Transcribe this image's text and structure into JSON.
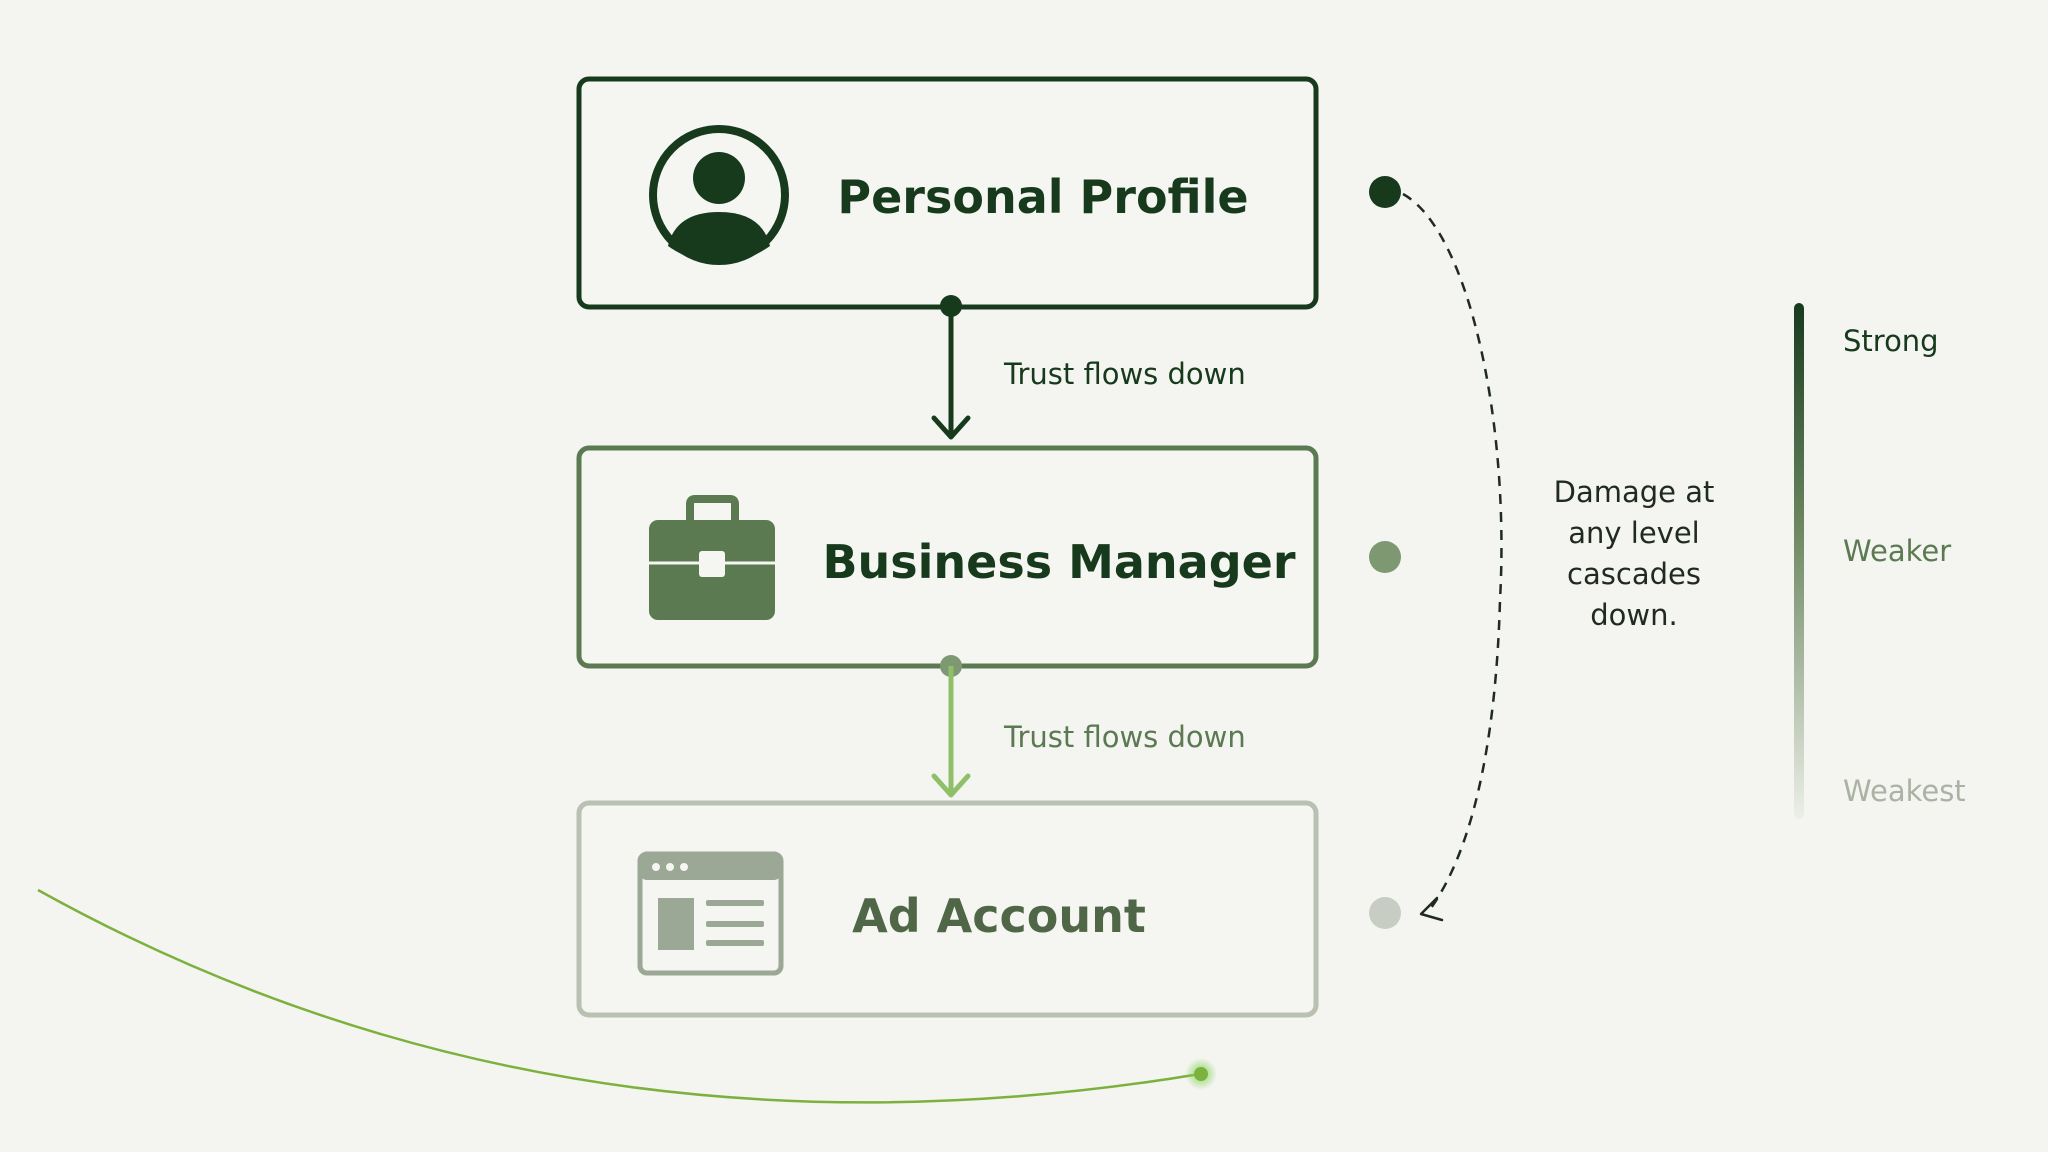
{
  "levels": [
    {
      "label": "Personal Profile",
      "icon": "user-icon",
      "color": "#173a1d",
      "dot_color": "#173a1d"
    },
    {
      "label": "Business Manager",
      "icon": "briefcase-icon",
      "color": "#5c7a52",
      "dot_color": "#7e9871"
    },
    {
      "label": "Ad Account",
      "icon": "browser-window-icon",
      "color": "#b9c1b2",
      "dot_color": "#c8cdc4"
    }
  ],
  "flows": [
    {
      "label": "Trust flows down",
      "color": "#173a1d"
    },
    {
      "label": "Trust flows down",
      "color": "#7fb05a"
    }
  ],
  "note": {
    "lines": [
      "Damage at",
      "any level",
      "cascades",
      "down."
    ]
  },
  "scale": {
    "strong": "Strong",
    "weaker": "Weaker",
    "weakest": "Weakest",
    "colors": {
      "strong": "#173a1d",
      "weaker": "#5c7a52",
      "weakest": "#a9b2a3"
    }
  },
  "accent": "#7bb13c"
}
